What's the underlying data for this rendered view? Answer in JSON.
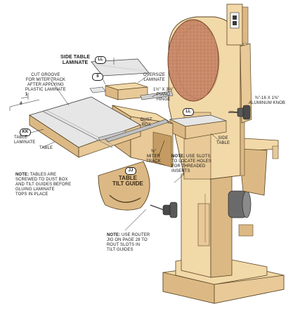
{
  "tags": {
    "ll": "LL",
    "ii": "II",
    "kk": "KK",
    "jj": "JJ"
  },
  "labels": {
    "side_table_laminate": "SIDE TABLE\nLAMINATE",
    "cut_groove": "CUT GROOVE\nFOR MITER TRACK\nAFTER APPLYING\nPLASTIC LAMINATE",
    "oversize_laminate": "OVERSIZE\nLAMINATE",
    "piano_hinge": "1½\" x 3⅝\"\nPIANO\nHINGE",
    "aluminum_knob": "⅜\"-16 x 1⅜\"\nALUMINUM KNOB",
    "dust_box": "DUST\nBOX",
    "table_laminate": "TABLE\nLAMINATE",
    "table": "TABLE",
    "miter_track": "⅜\"\nMITER\nTRACK",
    "side_table": "SIDE\nTABLE",
    "table_tilt_guide": "TABLE\nTILT GUIDE",
    "dim_one": "1",
    "dim_four": "4"
  },
  "notes": {
    "slots": {
      "prefix": "NOTE:",
      "body": " USE SLOTS\nTO LOCATE HOLES\nFOR THREADED\nINSERTS"
    },
    "tables": {
      "prefix": "NOTE:",
      "body": " TABLES ARE\nSCREWED TO DUST BOX\nAND TILT GUIDES BEFORE\nGLUING LAMINATE\nTOPS IN PLACE"
    },
    "router": {
      "prefix": "NOTE:",
      "body": " USE ROUTER\nJIG ON PAGE 28 TO\nROUT SLOTS IN\nTILT GUIDES"
    }
  },
  "colors": {
    "wood": "#f2d9a8",
    "wood_shade": "#dcb984",
    "wood_dark": "#c49b62",
    "disc": "#c98a6a",
    "laminate": "#e6e6e6",
    "metal": "#5a5a5a",
    "ink": "#1a1a1a"
  }
}
